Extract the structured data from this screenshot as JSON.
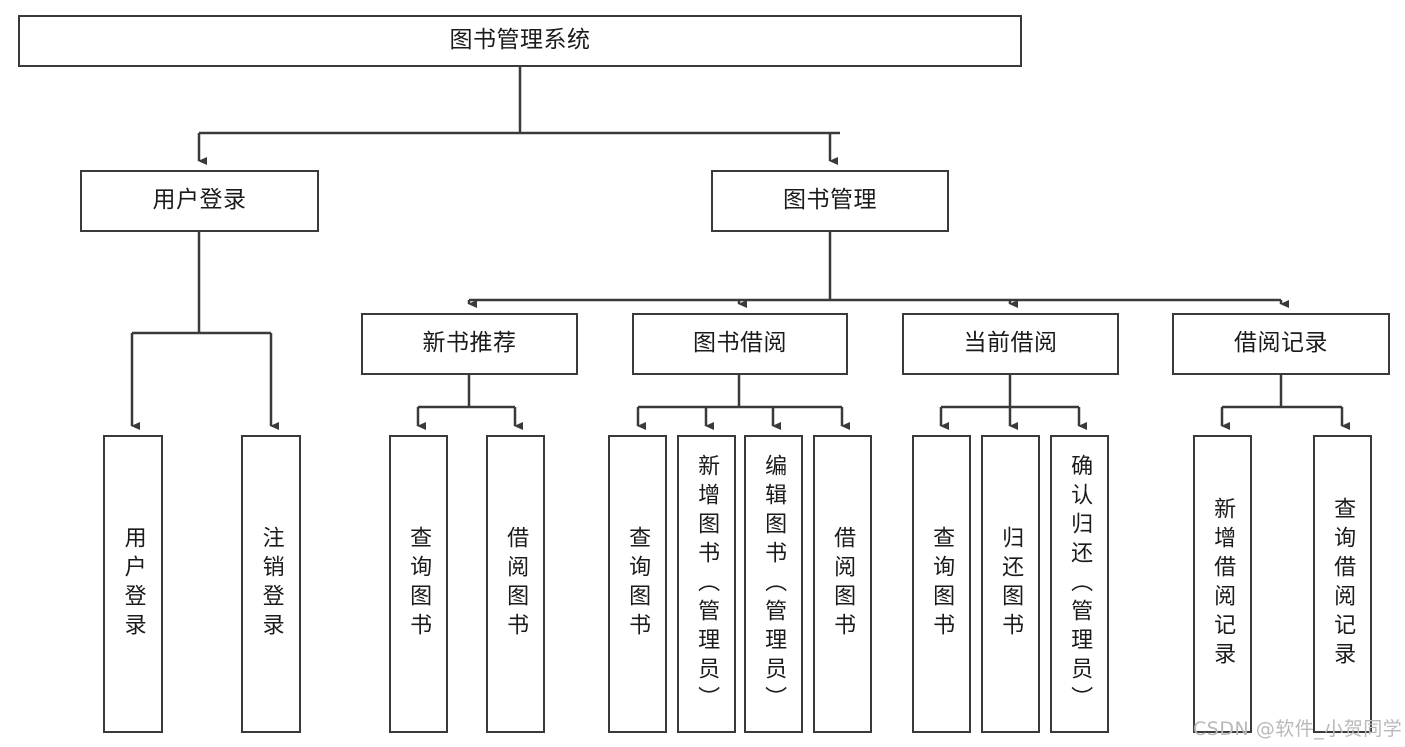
{
  "diagram": {
    "title": "图书管理系统",
    "type": "tree-hierarchy",
    "orientation": "top-down"
  },
  "nodes": {
    "root": {
      "label": "图书管理系统"
    },
    "level2": [
      {
        "id": "user-login",
        "label": "用户登录"
      },
      {
        "id": "book-management",
        "label": "图书管理"
      }
    ],
    "level3": [
      {
        "id": "new-book-recommend",
        "label": "新书推荐"
      },
      {
        "id": "book-borrow",
        "label": "图书借阅"
      },
      {
        "id": "current-borrow",
        "label": "当前借阅"
      },
      {
        "id": "borrow-record",
        "label": "借阅记录"
      }
    ],
    "leaves": {
      "user_login": [
        {
          "id": "leaf-user-login",
          "label": "用户登录"
        },
        {
          "id": "leaf-logout-login",
          "label": "注销登录"
        }
      ],
      "new_book_recommend": [
        {
          "id": "leaf-query-book-1",
          "label": "查询图书"
        },
        {
          "id": "leaf-borrow-book-1",
          "label": "借阅图书"
        }
      ],
      "book_borrow": [
        {
          "id": "leaf-query-book-2",
          "label": "查询图书"
        },
        {
          "id": "leaf-add-book",
          "label": "新增图书（管理员）"
        },
        {
          "id": "leaf-edit-book",
          "label": "编辑图书（管理员）"
        },
        {
          "id": "leaf-borrow-book-2",
          "label": "借阅图书"
        }
      ],
      "current_borrow": [
        {
          "id": "leaf-query-book-3",
          "label": "查询图书"
        },
        {
          "id": "leaf-return-book",
          "label": "归还图书"
        },
        {
          "id": "leaf-confirm-return",
          "label": "确认归还（管理员）"
        }
      ],
      "borrow_record": [
        {
          "id": "leaf-add-borrow-record",
          "label": "新增借阅记录"
        },
        {
          "id": "leaf-query-borrow-record",
          "label": "查询借阅记录"
        }
      ]
    }
  },
  "watermark": {
    "text": "CSDN @软件_小贺同学"
  },
  "colors": {
    "border": "#3a3a3a",
    "background": "#ffffff",
    "text": "#1b1b1b",
    "watermark": "#b9b9b9"
  }
}
